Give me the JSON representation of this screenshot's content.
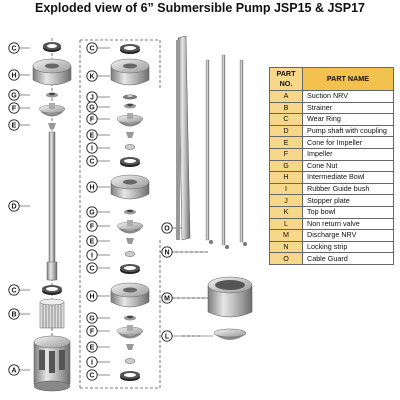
{
  "title": "Exploded view of 6” Submersible Pump JSP15 & JSP17",
  "table": {
    "header_code": "PART NO.",
    "header_name": "PART NAME",
    "rows": [
      {
        "code": "A",
        "name": "Suction NRV"
      },
      {
        "code": "B",
        "name": "Strainer"
      },
      {
        "code": "C",
        "name": "Wear Ring"
      },
      {
        "code": "D",
        "name": "Pump shaft with coupling"
      },
      {
        "code": "E",
        "name": "Cone for Impeller"
      },
      {
        "code": "F",
        "name": "Impeller"
      },
      {
        "code": "G",
        "name": "Cone Nut"
      },
      {
        "code": "H",
        "name": "Intermediate Bowl"
      },
      {
        "code": "I",
        "name": "Rubber Guide bush"
      },
      {
        "code": "J",
        "name": "Stopper plate"
      },
      {
        "code": "K",
        "name": "Top bowl"
      },
      {
        "code": "L",
        "name": "Non return valve"
      },
      {
        "code": "M",
        "name": "Discharge NRV"
      },
      {
        "code": "N",
        "name": "Locking strip"
      },
      {
        "code": "O",
        "name": "Cable Guard"
      }
    ]
  },
  "colors": {
    "table_header": "#f2c14e",
    "table_code": "#f7d88a",
    "metal": "#b8b8b8",
    "rubber": "#222222",
    "label_circle": "#ffffff"
  },
  "callouts": {
    "left": [
      "C",
      "H",
      "G",
      "F",
      "E",
      "D",
      "C",
      "B",
      "A"
    ],
    "middle": [
      "C",
      "K",
      "J",
      "G",
      "F",
      "E",
      "I",
      "C",
      "H",
      "G",
      "F",
      "E",
      "I",
      "C",
      "H",
      "G",
      "F",
      "E",
      "I",
      "C"
    ],
    "right": [
      "O",
      "N",
      "M",
      "L"
    ]
  }
}
